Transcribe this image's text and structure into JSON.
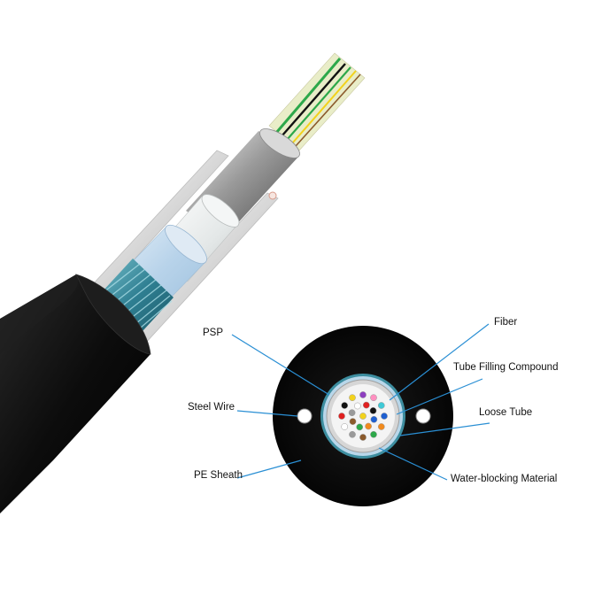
{
  "labels": {
    "psp": "PSP",
    "steel_wire": "Steel Wire",
    "pe_sheath": "PE Sheath",
    "fiber": "Fiber",
    "tube_filling_compound": "Tube Filling Compound",
    "loose_tube": "Loose Tube",
    "water_blocking_material": "Water-blocking Material"
  },
  "colors": {
    "sheath": "#0b0b0b",
    "leader_line": "#2a8fd4",
    "psp_band": "#4aa3b8",
    "steel_wire": "#d8d8d8",
    "loose_tube": "#c8c8c8"
  },
  "fiber_colors": [
    "#1e5fd0",
    "#f08a1e",
    "#2da84a",
    "#8b5a2b",
    "#9a9a9a",
    "#ffffff",
    "#e02020",
    "#111111",
    "#f2d21c",
    "#8e3fc0",
    "#ff8fc0",
    "#3fc9d6"
  ]
}
